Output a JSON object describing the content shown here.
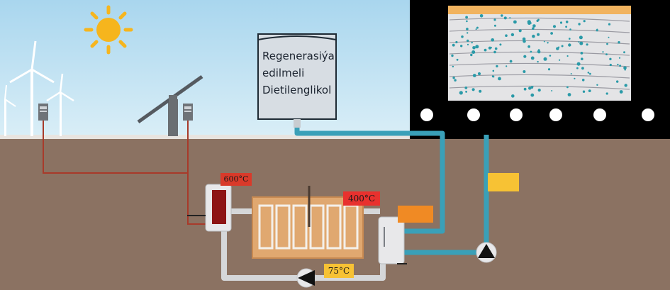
{
  "tank": {
    "lines": [
      "Regenerasiýa",
      "edilmeli",
      "Dietilenglikol"
    ]
  },
  "temperatures": {
    "heater": "600°C",
    "reactor_outlet": "400°C",
    "cooler_outlet": "75°C"
  },
  "colors": {
    "sky": "#bfe0f0",
    "ground": "#8b7262",
    "pipe_glycol": "#3aa0b8",
    "pipe_power": "#a83a2a",
    "tag_red": "#e03030",
    "tag_orange": "#f08a24",
    "tag_yellow": "#f7c234"
  }
}
